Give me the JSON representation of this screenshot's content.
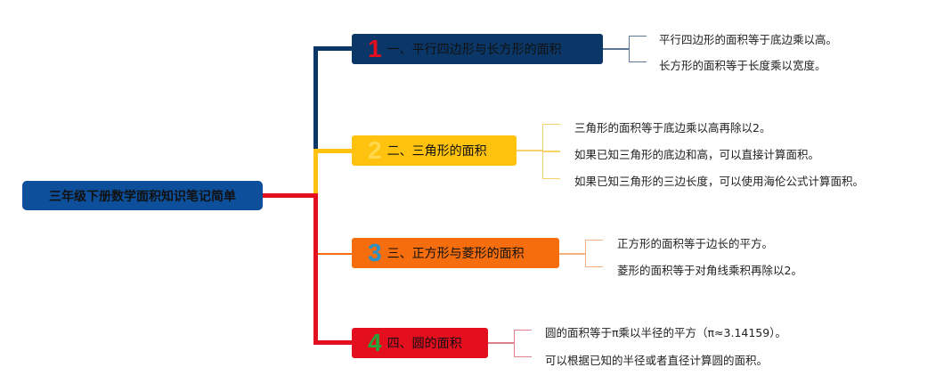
{
  "root": {
    "title": "三年级下册数学面积知识笔记简单"
  },
  "colors": {
    "root": "#0d4f9a",
    "t1": "#0b3768",
    "t2": "#ffc20e",
    "t3": "#f56d0d",
    "t4": "#e30e1e"
  },
  "topics": [
    {
      "number": "1",
      "label": "一、平行四边形与长方形的面积",
      "leaves": [
        "平行四边形的面积等于底边乘以高。",
        "长方形的面积等于长度乘以宽度。"
      ]
    },
    {
      "number": "2",
      "label": "二、三角形的面积",
      "leaves": [
        "三角形的面积等于底边乘以高再除以2。",
        "如果已知三角形的底边和高，可以直接计算面积。",
        "如果已知三角形的三边长度，可以使用海伦公式计算面积。"
      ]
    },
    {
      "number": "3",
      "label": "三、正方形与菱形的面积",
      "leaves": [
        "正方形的面积等于边长的平方。",
        "菱形的面积等于对角线乘积再除以2。"
      ]
    },
    {
      "number": "4",
      "label": "四、圆的面积",
      "leaves": [
        "圆的面积等于π乘以半径的平方（π≈3.14159）。",
        "可以根据已知的半径或者直径计算圆的面积。"
      ]
    }
  ]
}
